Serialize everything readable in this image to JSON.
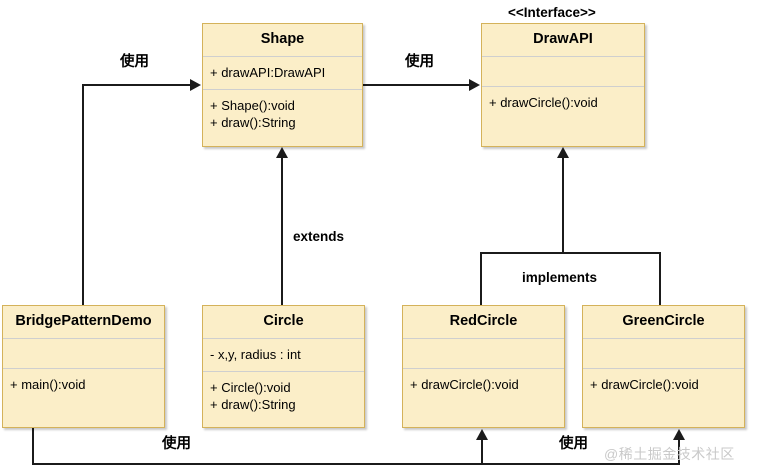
{
  "diagram": {
    "type": "uml-class-diagram",
    "title": "Bridge Pattern Class Diagram",
    "palette": {
      "box_fill": "#fbeec8",
      "box_border": "#d4b25a",
      "divider": "#cfcfcf",
      "line": "#1b1b1b",
      "background": "#ffffff",
      "watermark": "#c9c9c9"
    },
    "classes": [
      {
        "id": "shape",
        "name": "Shape",
        "stereotype": "",
        "attributes": [
          "+ drawAPI:DrawAPI"
        ],
        "operations": [
          "+ Shape():void",
          "+ draw():String"
        ]
      },
      {
        "id": "drawapi",
        "name": "DrawAPI",
        "stereotype": "<<Interface>>",
        "attributes": [],
        "operations": [
          "+ drawCircle():void"
        ]
      },
      {
        "id": "bridgepatterndemo",
        "name": "BridgePatternDemo",
        "stereotype": "",
        "attributes": [],
        "operations": [
          "+ main():void"
        ]
      },
      {
        "id": "circle",
        "name": "Circle",
        "stereotype": "",
        "attributes": [
          "- x,y, radius : int"
        ],
        "operations": [
          "+ Circle():void",
          "+ draw():String"
        ]
      },
      {
        "id": "redcircle",
        "name": "RedCircle",
        "stereotype": "",
        "attributes": [],
        "operations": [
          "+ drawCircle():void"
        ]
      },
      {
        "id": "greencircle",
        "name": "GreenCircle",
        "stereotype": "",
        "attributes": [],
        "operations": [
          "+ drawCircle():void"
        ]
      }
    ],
    "relationships": [
      {
        "id": "demo-uses-shape",
        "from": "BridgePatternDemo",
        "to": "Shape",
        "label": "使用",
        "kind": "association"
      },
      {
        "id": "shape-uses-drawapi",
        "from": "Shape",
        "to": "DrawAPI",
        "label": "使用",
        "kind": "association"
      },
      {
        "id": "circle-extends-shape",
        "from": "Circle",
        "to": "Shape",
        "label": "extends",
        "kind": "generalization"
      },
      {
        "id": "circles-implement-drawapi",
        "from": "RedCircle, GreenCircle",
        "to": "DrawAPI",
        "label": "implements",
        "kind": "realization"
      },
      {
        "id": "demo-uses-redcircle",
        "from": "BridgePatternDemo",
        "to": "RedCircle",
        "label": "使用",
        "kind": "association"
      },
      {
        "id": "demo-uses-greencircle",
        "from": "BridgePatternDemo",
        "to": "GreenCircle",
        "label": "使用",
        "kind": "association"
      }
    ],
    "labels": {
      "uses_top_left": "使用",
      "uses_top_right": "使用",
      "extends": "extends",
      "implements": "implements",
      "uses_bottom_left": "使用",
      "uses_bottom_right": "使用"
    },
    "watermark": "@稀土掘金技术社区"
  }
}
